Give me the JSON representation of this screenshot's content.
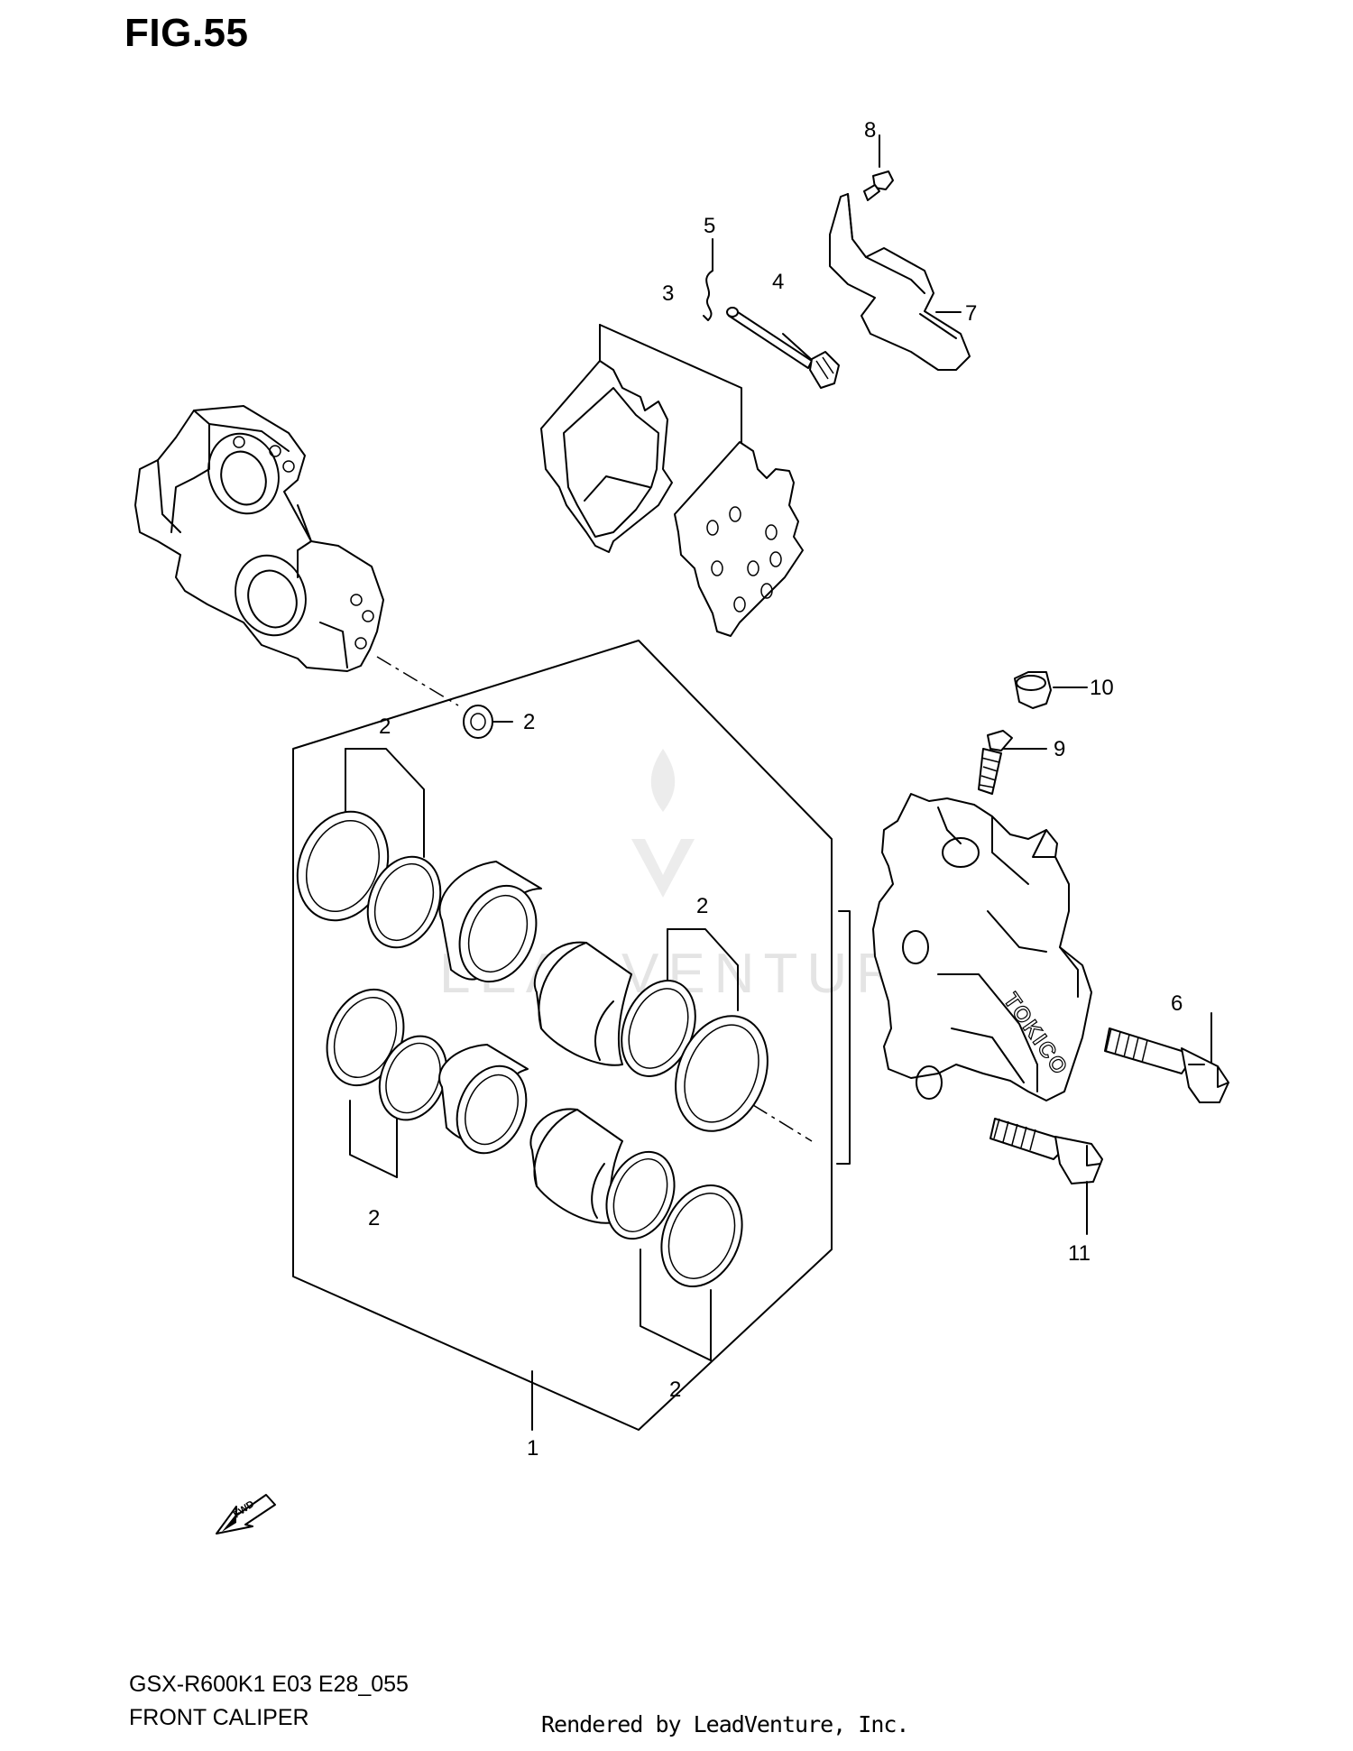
{
  "figure": {
    "title": "FIG.55",
    "model_code": "GSX-R600K1 E03 E28_055",
    "section_name": "FRONT CALIPER",
    "credit": "Rendered by LeadVenture, Inc.",
    "watermark": "LEADVENTURE",
    "fwd_marker": "FWD"
  },
  "callouts": [
    {
      "id": "c1",
      "label": "1"
    },
    {
      "id": "c2a",
      "label": "2"
    },
    {
      "id": "c2b",
      "label": "2"
    },
    {
      "id": "c2c",
      "label": "2"
    },
    {
      "id": "c2d",
      "label": "2"
    },
    {
      "id": "c2e",
      "label": "2"
    },
    {
      "id": "c3",
      "label": "3"
    },
    {
      "id": "c4",
      "label": "4"
    },
    {
      "id": "c5",
      "label": "5"
    },
    {
      "id": "c6",
      "label": "6"
    },
    {
      "id": "c7",
      "label": "7"
    },
    {
      "id": "c8",
      "label": "8"
    },
    {
      "id": "c9",
      "label": "9"
    },
    {
      "id": "c10",
      "label": "10"
    },
    {
      "id": "c11",
      "label": "11"
    }
  ],
  "caliper_brand": "TOKICO"
}
